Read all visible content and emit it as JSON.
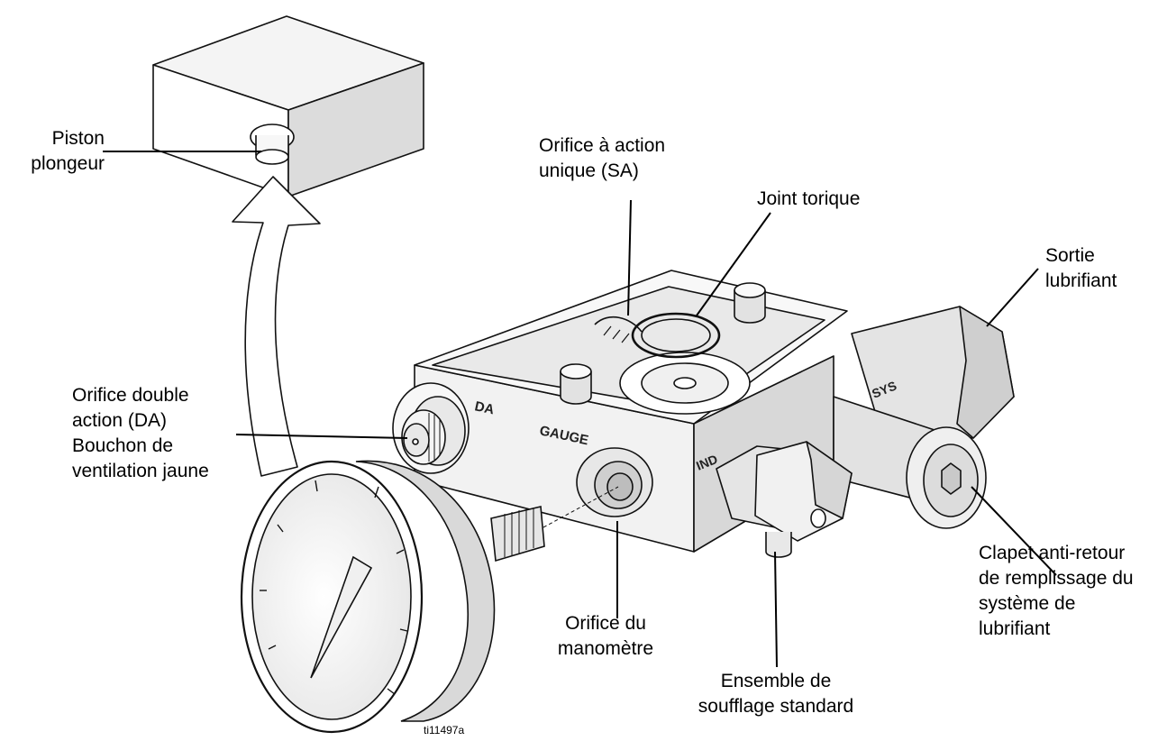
{
  "labels": {
    "piston": [
      "Piston",
      "plongeur"
    ],
    "sa_port": [
      "Orifice à action",
      "unique (SA)"
    ],
    "o_ring": [
      "Joint torique"
    ],
    "outlet": [
      "Sortie",
      "lubrifiant"
    ],
    "da_port": [
      "Orifice double",
      "action (DA)",
      "Bouchon de",
      "ventilation jaune"
    ],
    "gauge_port": [
      "Orifice du",
      "manomètre"
    ],
    "blowoff": [
      "Ensemble de",
      "soufflage standard"
    ],
    "check_valve": [
      "Clapet anti-retour",
      "de remplissage du",
      "système de",
      "lubrifiant"
    ]
  },
  "stamps": {
    "da": "DA",
    "gauge": "GAUGE",
    "ind": "IND",
    "sys": "SYS"
  },
  "figure_ref": "ti11497a"
}
